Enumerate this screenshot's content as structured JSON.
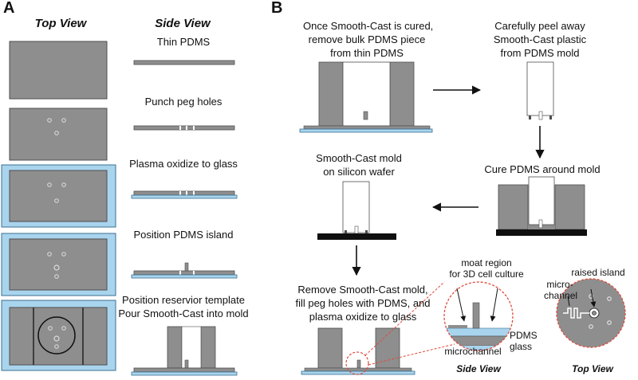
{
  "colors": {
    "pdms": "#8e8e8e",
    "pdms_edge": "#4d4d4d",
    "glass": "#a9d4ee",
    "glass_edge": "#3a6f8f",
    "wafer": "#0f0f0f",
    "mold_fill": "#ffffff",
    "dashed": "#e04a3a"
  },
  "panel_a": {
    "letter": "A",
    "top_view_title": "Top View",
    "side_view_title": "Side View",
    "steps": [
      "Thin PDMS",
      "Punch peg holes",
      "Plasma oxidize to glass",
      "Position PDMS island",
      "Position reservior template",
      "Pour Smooth-Cast into mold"
    ]
  },
  "panel_b": {
    "letter": "B",
    "step1": [
      "Once Smooth-Cast is cured,",
      "remove bulk PDMS piece",
      "from thin PDMS"
    ],
    "step2": [
      "Carefully peel away",
      "Smooth-Cast plastic",
      "from PDMS mold"
    ],
    "step3": [
      "Cure PDMS around mold"
    ],
    "step4": [
      "Smooth-Cast mold",
      "on silicon wafer"
    ],
    "step5": [
      "Remove Smooth-Cast mold,",
      "fill peg holes with PDMS, and",
      "plasma oxidize to glass"
    ],
    "moat_label": [
      "moat region",
      "for 3D cell culture"
    ],
    "raised_island": "raised island",
    "micro_channel": [
      "micro-",
      "channel"
    ],
    "pdms": "PDMS",
    "glass": "glass",
    "microchannel": "microchannel",
    "side_view": "Side View",
    "top_view": "Top View"
  }
}
